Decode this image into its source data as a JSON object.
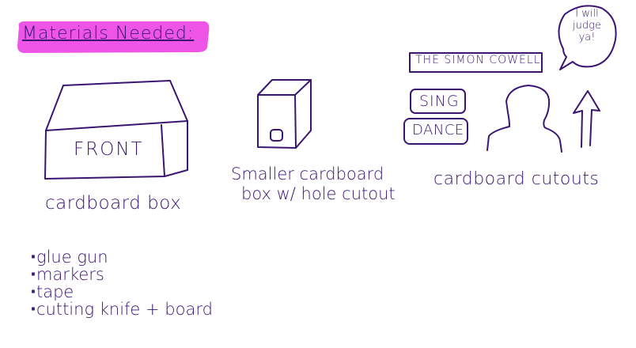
{
  "title": "Materials Needed:",
  "highlight_color": "#ee55e6",
  "ink_color": "#3a1572",
  "items": {
    "cardboard_box": {
      "front_label": "FRONT",
      "caption": "cardboard box"
    },
    "smaller_box": {
      "caption_line1": "Smaller cardboard",
      "caption_line2": "box w/ hole cutout"
    },
    "cutouts": {
      "simon_sign": "THE SIMON COWELL",
      "sing_sign": "SING",
      "dance_sign": "DANCE",
      "caption": "cardboard cutouts",
      "speech_bubble": "I will judge ya!"
    }
  },
  "supplies": [
    "glue gun",
    "markers",
    "tape",
    "cutting knife + board"
  ]
}
